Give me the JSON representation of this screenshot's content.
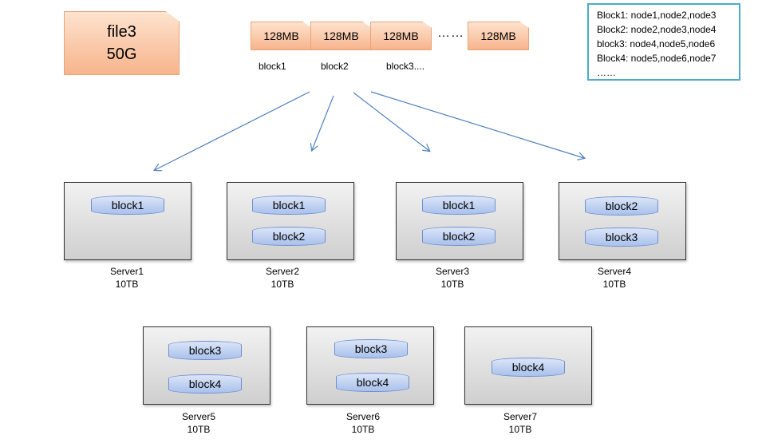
{
  "file": {
    "name": "file3",
    "size": "50G"
  },
  "chunks": [
    {
      "size": "128MB",
      "label": "block1"
    },
    {
      "size": "128MB",
      "label": "block2"
    },
    {
      "size": "128MB",
      "label": "block3...."
    },
    {
      "size": "128MB",
      "label": ""
    }
  ],
  "ellipsis": "……",
  "mapping": [
    "Block1: node1,node2,node3",
    "Block2: node2,node3,node4",
    "block3: node4,node5,node6",
    "Block4: node5,node6,node7",
    "……"
  ],
  "servers": [
    {
      "name": "Server1",
      "capacity": "10TB",
      "blocks": [
        "block1"
      ]
    },
    {
      "name": "Server2",
      "capacity": "10TB",
      "blocks": [
        "block1",
        "block2"
      ]
    },
    {
      "name": "Server3",
      "capacity": "10TB",
      "blocks": [
        "block1",
        "block2"
      ]
    },
    {
      "name": "Server4",
      "capacity": "10TB",
      "blocks": [
        "block2",
        "block3"
      ]
    },
    {
      "name": "Server5",
      "capacity": "10TB",
      "blocks": [
        "block3",
        "block4"
      ]
    },
    {
      "name": "Server6",
      "capacity": "10TB",
      "blocks": [
        "block3",
        "block4"
      ]
    },
    {
      "name": "Server7",
      "capacity": "10TB",
      "blocks": [
        "block4"
      ]
    }
  ]
}
